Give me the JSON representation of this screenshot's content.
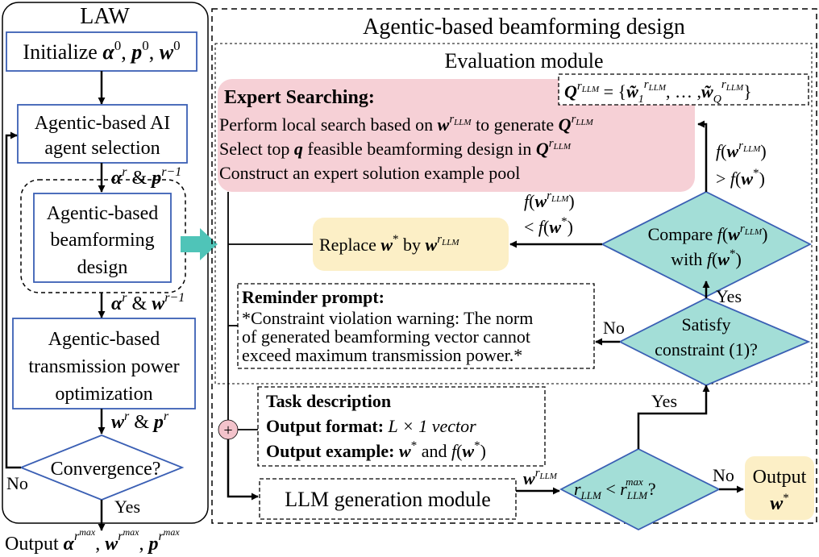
{
  "law": {
    "title": "LAW",
    "init": "Initialize",
    "init_vars": [
      "α",
      "p",
      "w"
    ],
    "init_sup": "0",
    "agent_selection": [
      "Agentic-based AI",
      "agent selection"
    ],
    "beamforming": [
      "Agentic-based",
      "beamforming",
      "design"
    ],
    "power_opt": [
      "Agentic-based",
      "transmission power",
      "optimization"
    ],
    "convergence": "Convergence?",
    "no": "No",
    "yes": "Yes",
    "output": "Output",
    "sup_r": "r",
    "sup_r1": "r−1",
    "sup_rmax": "max",
    "amp": "&"
  },
  "right": {
    "title": "Agentic-based beamforming design",
    "evaluation_title": "Evaluation module",
    "expert": {
      "heading": "Expert Searching:",
      "line1": "Perform local search based on",
      "line1b": "to generate",
      "line2": "Select top",
      "line2b": "feasible beamforming design in",
      "line3": "Construct an expert solution example pool",
      "q_var": "q"
    },
    "qset": {
      "Q": "Q",
      "eq": "= {",
      "w": "w̃",
      "sub1": "1",
      "dots": ", … ,",
      "subQ": "Q",
      "close": "}"
    },
    "llm_sup": "LLM",
    "replace": {
      "pre": "Replace",
      "mid": "by"
    },
    "compare": {
      "line1": "Compare",
      "line2": "with",
      "f": "f"
    },
    "cond_gt": ">",
    "cond_lt": "<",
    "satisfy": [
      "Satisfy",
      "constraint (1)?"
    ],
    "reminder": {
      "heading": "Reminder prompt:",
      "lines": [
        "*Constraint violation warning: The norm",
        "of generated beamforming vector cannot",
        "exceed maximum transmission power.*"
      ]
    },
    "task": {
      "line1": "Task description",
      "line2_b": "Output format:",
      "line2": "L × 1 vector",
      "line3_b": "Output example:",
      "line3_and": "and"
    },
    "plus": "+",
    "llm_module": "LLM generation module",
    "rllm_lt": "<",
    "q_mark": "?",
    "output_label": "Output",
    "no": "No",
    "yes": "Yes",
    "star": "*"
  },
  "colors": {
    "box_border": "#3a5fb4",
    "pink": "#f6d0d6",
    "teal": "#a3ded7",
    "yellow": "#fcefc6",
    "arrow_teal": "#4fc4b8",
    "plus": "#f3c3cb"
  },
  "icons": {
    "big_arrow": "arrow-right-icon"
  }
}
